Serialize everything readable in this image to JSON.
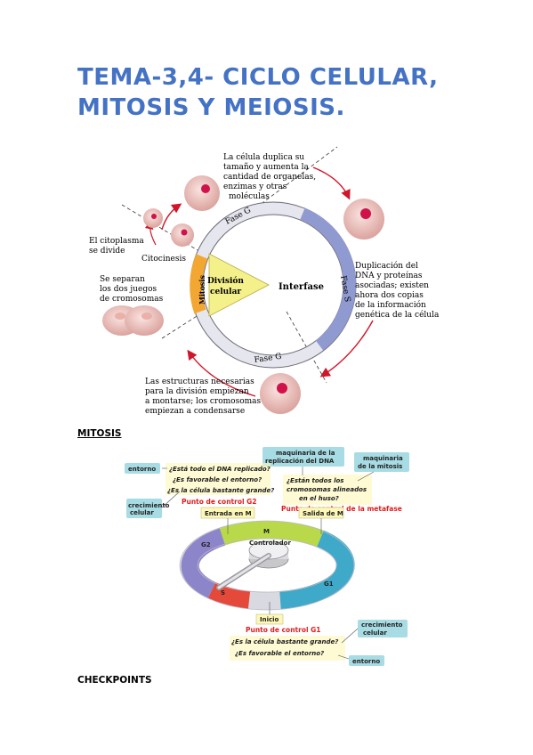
{
  "title": "TEMA-3,4- CICLO CELULAR, MITOSIS Y MEIOSIS.",
  "section_mitosis": "MITOSIS",
  "section_checkpoints": "CHECKPOINTS",
  "cycle_figure": {
    "phase_g1": "Fase G",
    "phase_s": "Fase S",
    "phase_g2": "Fase G",
    "center_division": [
      "División",
      "celular"
    ],
    "center_mitosis": "Mitosis",
    "center_interfase": "Interfase",
    "citocinesis": "Citocinesis",
    "note_duplica": [
      "La célula duplica su",
      "tamaño y aumenta la",
      "cantidad de organelas,",
      "enzimas y otras",
      "moléculas"
    ],
    "note_citoplasma": [
      "El citoplasma",
      "se divide"
    ],
    "note_separan": [
      "Se separan",
      "los dos juegos",
      "de cromosomas"
    ],
    "note_dna": [
      "Duplicación del",
      "DNA y proteínas",
      "asociadas; existen",
      "ahora dos copias",
      "de la información",
      "genética de la célula"
    ],
    "note_estructuras": [
      "Las estructuras necesarias",
      "para la división empiezan",
      "a montarse; los cromosomas",
      "empiezan a condensarse"
    ],
    "colors": {
      "arrow": "#d0162a",
      "ring": "#e8e8f0",
      "s_band": "#8f9ad0",
      "mitosis_band": "#f3a733",
      "wedge": "#f4f08a",
      "cell": "#f2c6c2",
      "nucleus": "#d1114a"
    }
  },
  "checkpoint_figure": {
    "label_entorno_top": "entorno",
    "label_crecimiento_left": [
      "crecimiento",
      "celular"
    ],
    "label_maquinaria_dna": [
      "maquinaria de la",
      "replicación del DNA"
    ],
    "label_maquinaria_mitosis": [
      "maquinaria",
      "de la mitosis"
    ],
    "q_g2": [
      "¿Está todo el DNA replicado?",
      "¿Es favorable el entorno?",
      "¿Es la célula bastante grande?"
    ],
    "q_meta": [
      "¿Están todos los",
      "cromosomas alineados",
      "en el huso?"
    ],
    "punto_g2": "Punto de control G2",
    "punto_meta": "Punto de control de la metafase",
    "entrada_m": "Entrada en M",
    "salida_m": "Salida de M",
    "seg_m": "M",
    "seg_g2": "G2",
    "seg_s": "S",
    "seg_g1": "G1",
    "controlador": "Controlador",
    "inicio": "Inicio",
    "punto_g1": "Punto de control G1",
    "q_g1": [
      "¿Es la célula bastante grande?",
      "¿Es favorable el entorno?"
    ],
    "label_crecimiento_right": [
      "crecimiento",
      "celular"
    ],
    "label_entorno_bottom": "entorno",
    "colors": {
      "tag": "#a8dce4",
      "note": "#fdf7b8",
      "red_text": "#e01d1d",
      "m_band": "#b9d94a",
      "g1_band": "#3ea9c8",
      "g2_band": "#8d85c9",
      "s_band": "#e5493a"
    }
  }
}
